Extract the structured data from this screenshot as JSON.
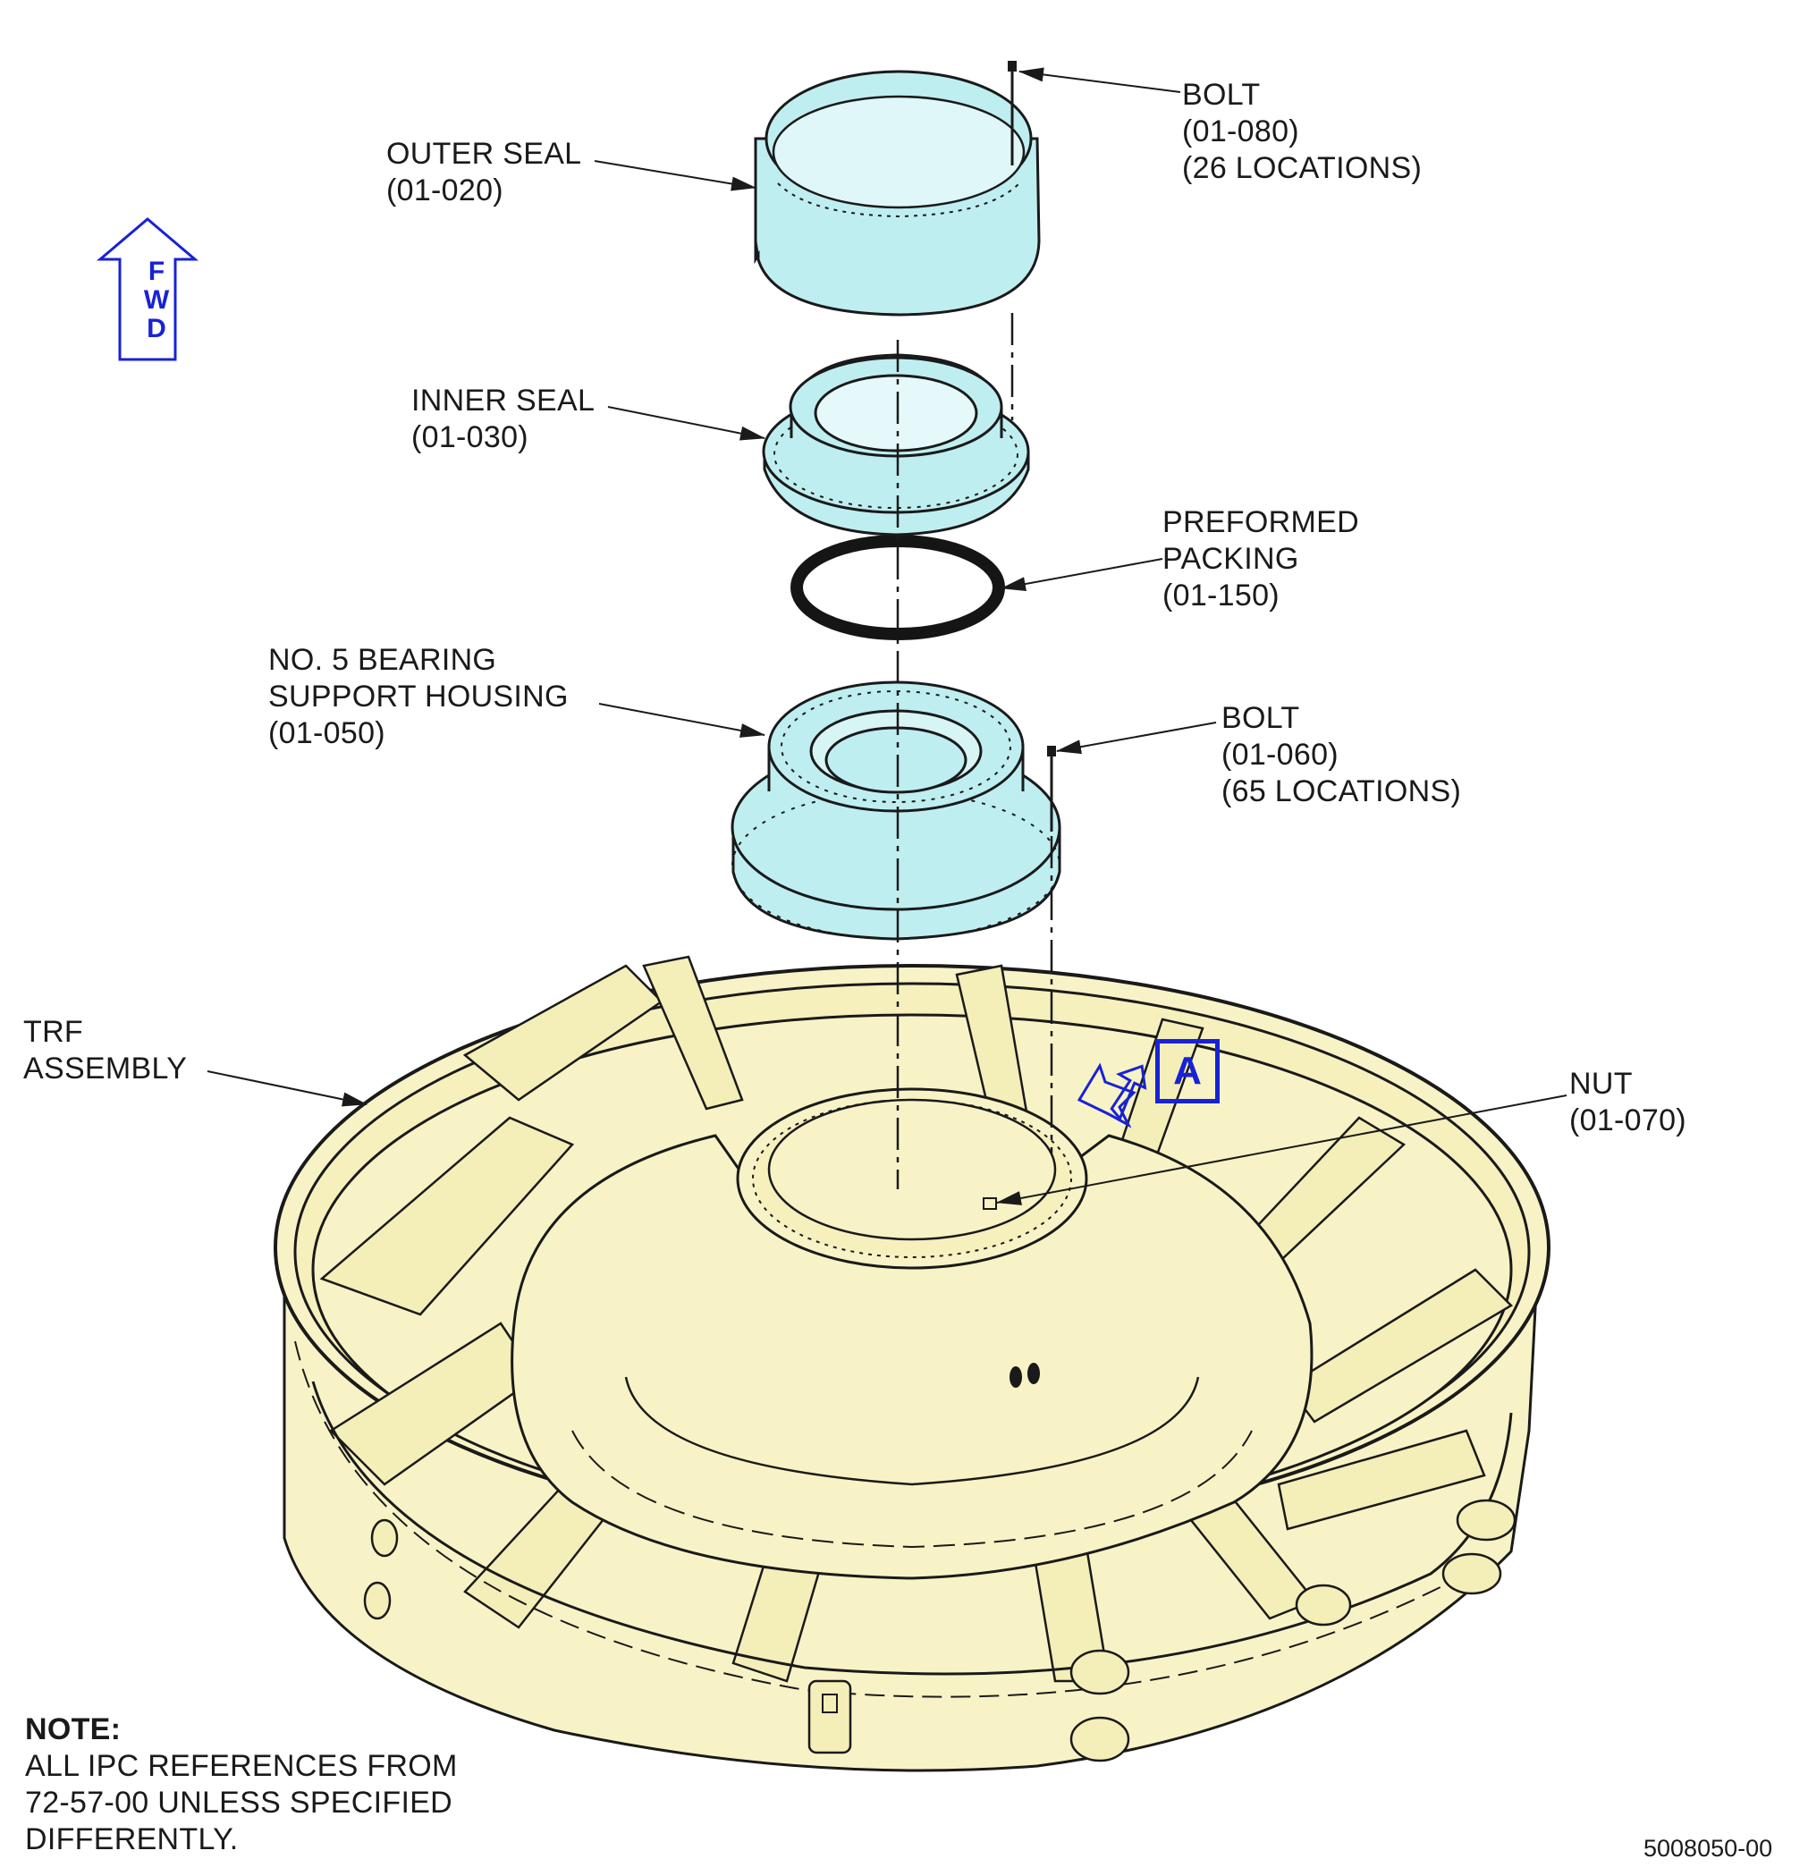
{
  "labels": {
    "bolt_top": [
      "BOLT",
      "(01-080)",
      "(26 LOCATIONS)"
    ],
    "outer_seal": [
      "OUTER SEAL",
      "(01-020)"
    ],
    "inner_seal": [
      "INNER SEAL",
      "(01-030)"
    ],
    "preformed_packing": [
      "PREFORMED",
      "PACKING",
      "(01-150)"
    ],
    "bearing_housing": [
      "NO. 5 BEARING",
      "SUPPORT HOUSING",
      "(01-050)"
    ],
    "bolt_mid": [
      "BOLT",
      "(01-060)",
      "(65 LOCATIONS)"
    ],
    "trf_assembly": [
      "TRF",
      "ASSEMBLY"
    ],
    "nut": [
      "NUT",
      "(01-070)"
    ]
  },
  "fwd_arrow": {
    "letters": [
      "F",
      "W",
      "D"
    ]
  },
  "view_marker": "A",
  "note": {
    "title": "NOTE:",
    "lines": [
      "ALL IPC REFERENCES FROM",
      "72-57-00 UNLESS SPECIFIED",
      "DIFFERENTLY."
    ]
  },
  "figure_number": "5008050-00",
  "colors": {
    "seal_fill": "#bfeef1",
    "frame_fill": "#f8f3c6",
    "packing": "#151515",
    "accent_blue": "#1822d6",
    "line": "#1a1a1a"
  }
}
